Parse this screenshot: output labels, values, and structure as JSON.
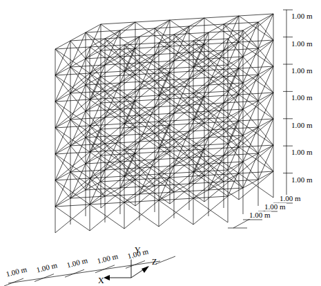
{
  "diagram": {
    "labels": [
      "1.00 m",
      "1.00 m",
      "1.00 m",
      "1.00 m",
      "1.00 m",
      "1.00 m",
      "1.00 m",
      "1.00 m",
      "1.00 m",
      "1.00 m",
      "1.00 m",
      "1.00 m",
      "1.00 m",
      "1.00 m",
      "1.00 m",
      "Y",
      "Z",
      "X"
    ]
  }
}
